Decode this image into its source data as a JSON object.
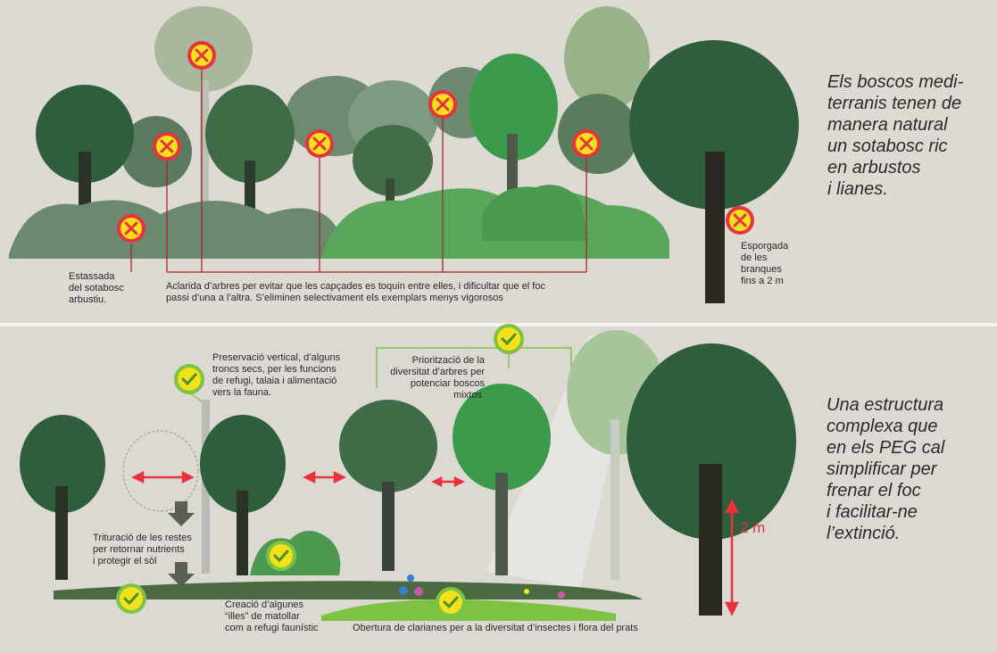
{
  "top": {
    "side_text": "Els boscos medi-\nterranis tenen de\nmanera natural\nun sotabosc ric\nen arbustos\ni lianes.",
    "labels": {
      "understory": "Estassada\ndel sotabosc\narbustiu.",
      "thinning": "Aclarida d’arbres per evitar que les capçades es toquin entre elles, i dificultar que el foc\npassi d’una a l’altra. S’eliminen selectivament els exemplars menys vigorosos",
      "pruning": "Esporgada\nde les\nbranques\nfins a 2 m"
    }
  },
  "bottom": {
    "side_text": "Una estructura\ncomplexa que\nen els PEG cal\nsimplificar per\nfrenar el foc\ni facilitar-ne\nl’extinció.",
    "labels": {
      "vertical": "Preservació vertical, d’alguns\ntroncs secs, per les funcions\nde refugi, talaia i alimentació\nvers la  fauna.",
      "diversity": "Priorització de la\ndiversitat d’arbres per\npotenciar boscos\nmixtos.",
      "shredding": "Trituració de les restes\nper retornar nutrients\ni protegir el sòl",
      "islands": "Creació d’algunes\n“illes” de matollar\ncom a refugi faunístic",
      "clearings": "Obertura de clarianes per a la diversitat d’insectes i flora del prats",
      "height": "2 m"
    }
  },
  "colors": {
    "dark_green": "#2f5e3c",
    "mid_green": "#4a7d4f",
    "light_green": "#5aa65a",
    "red_marker": "#e8323c",
    "yellow_marker": "#f3e21b",
    "check_green": "#7dc242",
    "line_red": "#a3282d"
  }
}
